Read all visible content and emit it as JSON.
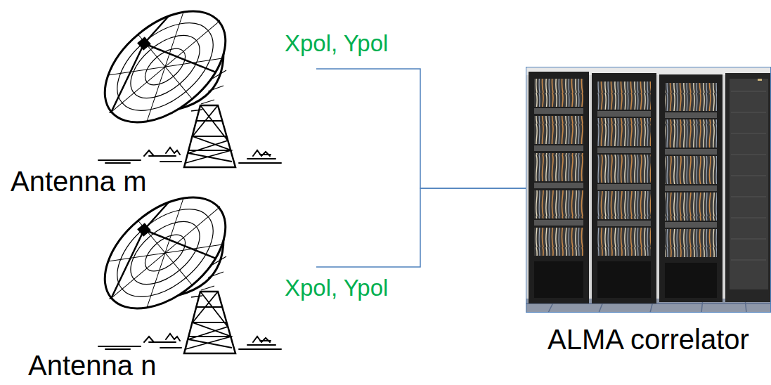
{
  "diagram": {
    "nodes": [
      {
        "text": [
          "Antenna m"
        ]
      },
      {
        "text": [
          "Antenna n"
        ]
      },
      {
        "text": [
          "ALMA correlator"
        ]
      }
    ],
    "edges": [
      {
        "from": 0,
        "to": 2,
        "arrow": "none",
        "label": "Xpol, Ypol"
      },
      {
        "from": 1,
        "to": 2,
        "arrow": "none",
        "label": "Xpol, Ypol"
      }
    ]
  }
}
